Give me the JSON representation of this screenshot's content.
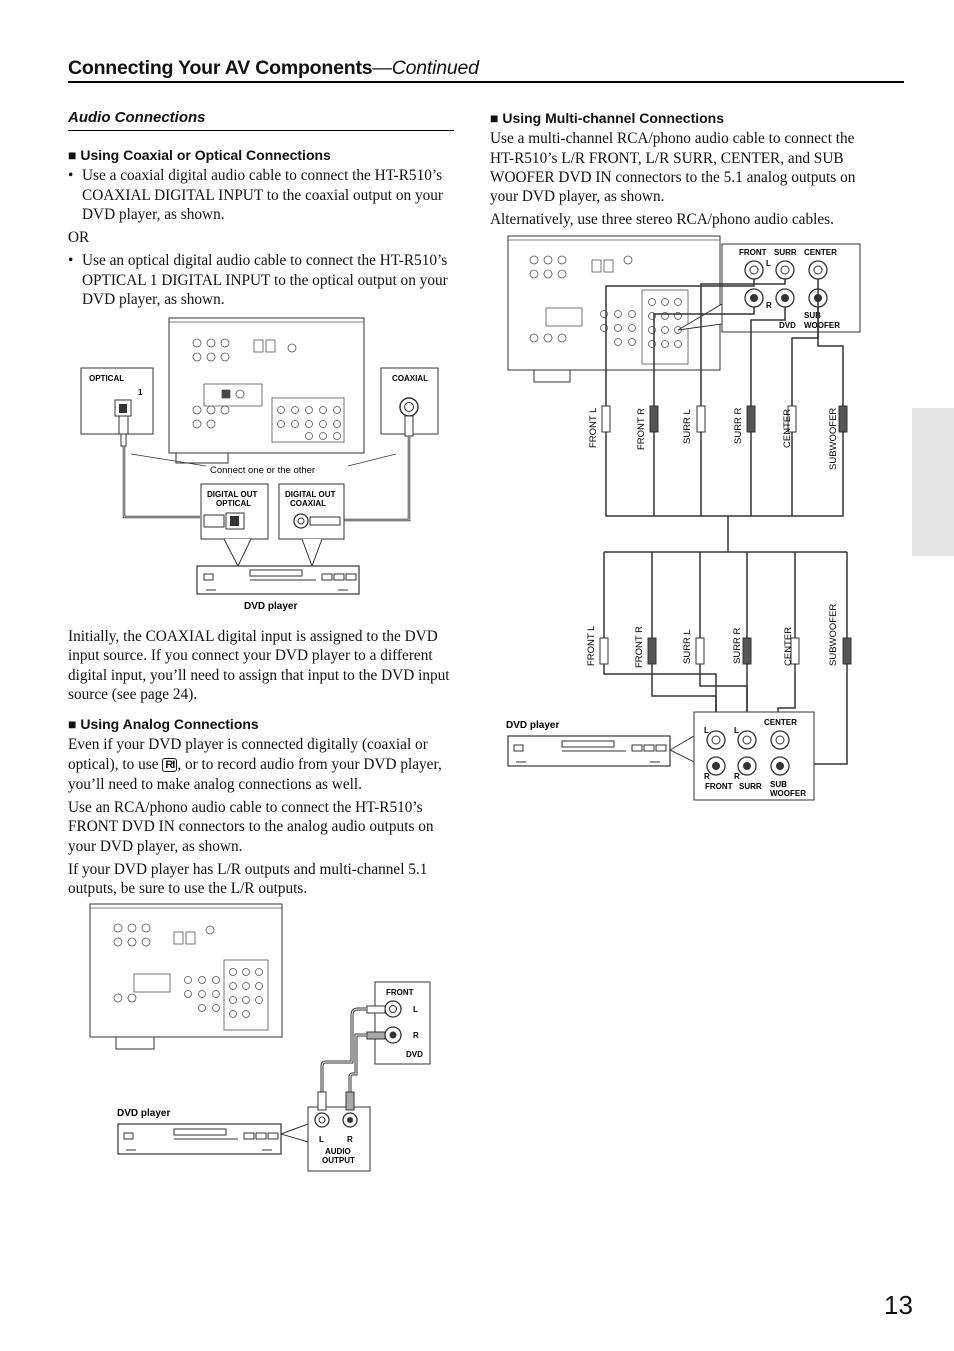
{
  "header": {
    "title": "Connecting Your AV Components",
    "continued": "—Continued"
  },
  "left": {
    "section_title": "Audio Connections",
    "coaxial": {
      "heading": "■  Using Coaxial or Optical Connections",
      "bullet1": "Use a coaxial digital audio cable to connect the HT-R510’s COAXIAL DIGITAL INPUT to the coaxial output on your DVD player, as shown.",
      "or": "OR",
      "bullet2": "Use an optical digital audio cable to connect the HT-R510’s OPTICAL 1 DIGITAL INPUT to the optical output on your DVD player, as shown."
    },
    "fig1": {
      "optical": "OPTICAL",
      "optical_num": "1",
      "coaxial": "COAXIAL",
      "connect_note": "Connect one or the other",
      "out_optical_1": "DIGITAL OUT",
      "out_optical_2": "OPTICAL",
      "out_coaxial_1": "DIGITAL OUT",
      "out_coaxial_2": "COAXIAL",
      "dvd_player": "DVD player"
    },
    "initially": "Initially, the COAXIAL digital input is assigned to the DVD input source. If you connect your DVD player to a different digital input, you’ll need to assign that input to the DVD input source (see page 24).",
    "analog": {
      "heading": "■  Using Analog Connections",
      "para1_a": "Even if your DVD player is connected digitally (coaxial or optical), to use ",
      "ri": "RI",
      "para1_b": ", or to record audio from your DVD player, you’ll need to make analog connections as well.",
      "para2": "Use an RCA/phono audio cable to connect the HT-R510’s FRONT DVD IN connectors to the analog audio outputs on your DVD player, as shown.",
      "para3": "If your DVD player has L/R outputs and multi-channel 5.1 outputs, be sure to use the L/R outputs."
    },
    "fig2": {
      "front": "FRONT",
      "l": "L",
      "r": "R",
      "dvd": "DVD",
      "dvd_player": "DVD player",
      "audio_1": "AUDIO",
      "audio_2": "OUTPUT"
    }
  },
  "right": {
    "multi": {
      "heading": "■  Using Multi-channel Connections",
      "para1": "Use a multi-channel RCA/phono audio cable to connect the HT-R510’s L/R FRONT, L/R SURR, CENTER, and SUB WOOFER DVD IN connectors to the 5.1 analog outputs on your DVD player, as shown.",
      "para2": "Alternatively, use three stereo RCA/phono audio cables."
    },
    "fig3": {
      "panel": {
        "front": "FRONT",
        "surr": "SURR",
        "center": "CENTER",
        "l": "L",
        "r": "R",
        "dvd": "DVD",
        "sub": "SUB",
        "woofer": "WOOFER"
      },
      "cables": [
        "FRONT L",
        "FRONT R",
        "SURR L",
        "SURR R",
        "CENTER",
        "SUBWOOFER"
      ],
      "dvd_player": "DVD player",
      "out": {
        "center": "CENTER",
        "l": "L",
        "r": "R",
        "front": "FRONT",
        "surr": "SURR",
        "sub": "SUB",
        "woofer": "WOOFER"
      }
    }
  },
  "page_number": "13"
}
